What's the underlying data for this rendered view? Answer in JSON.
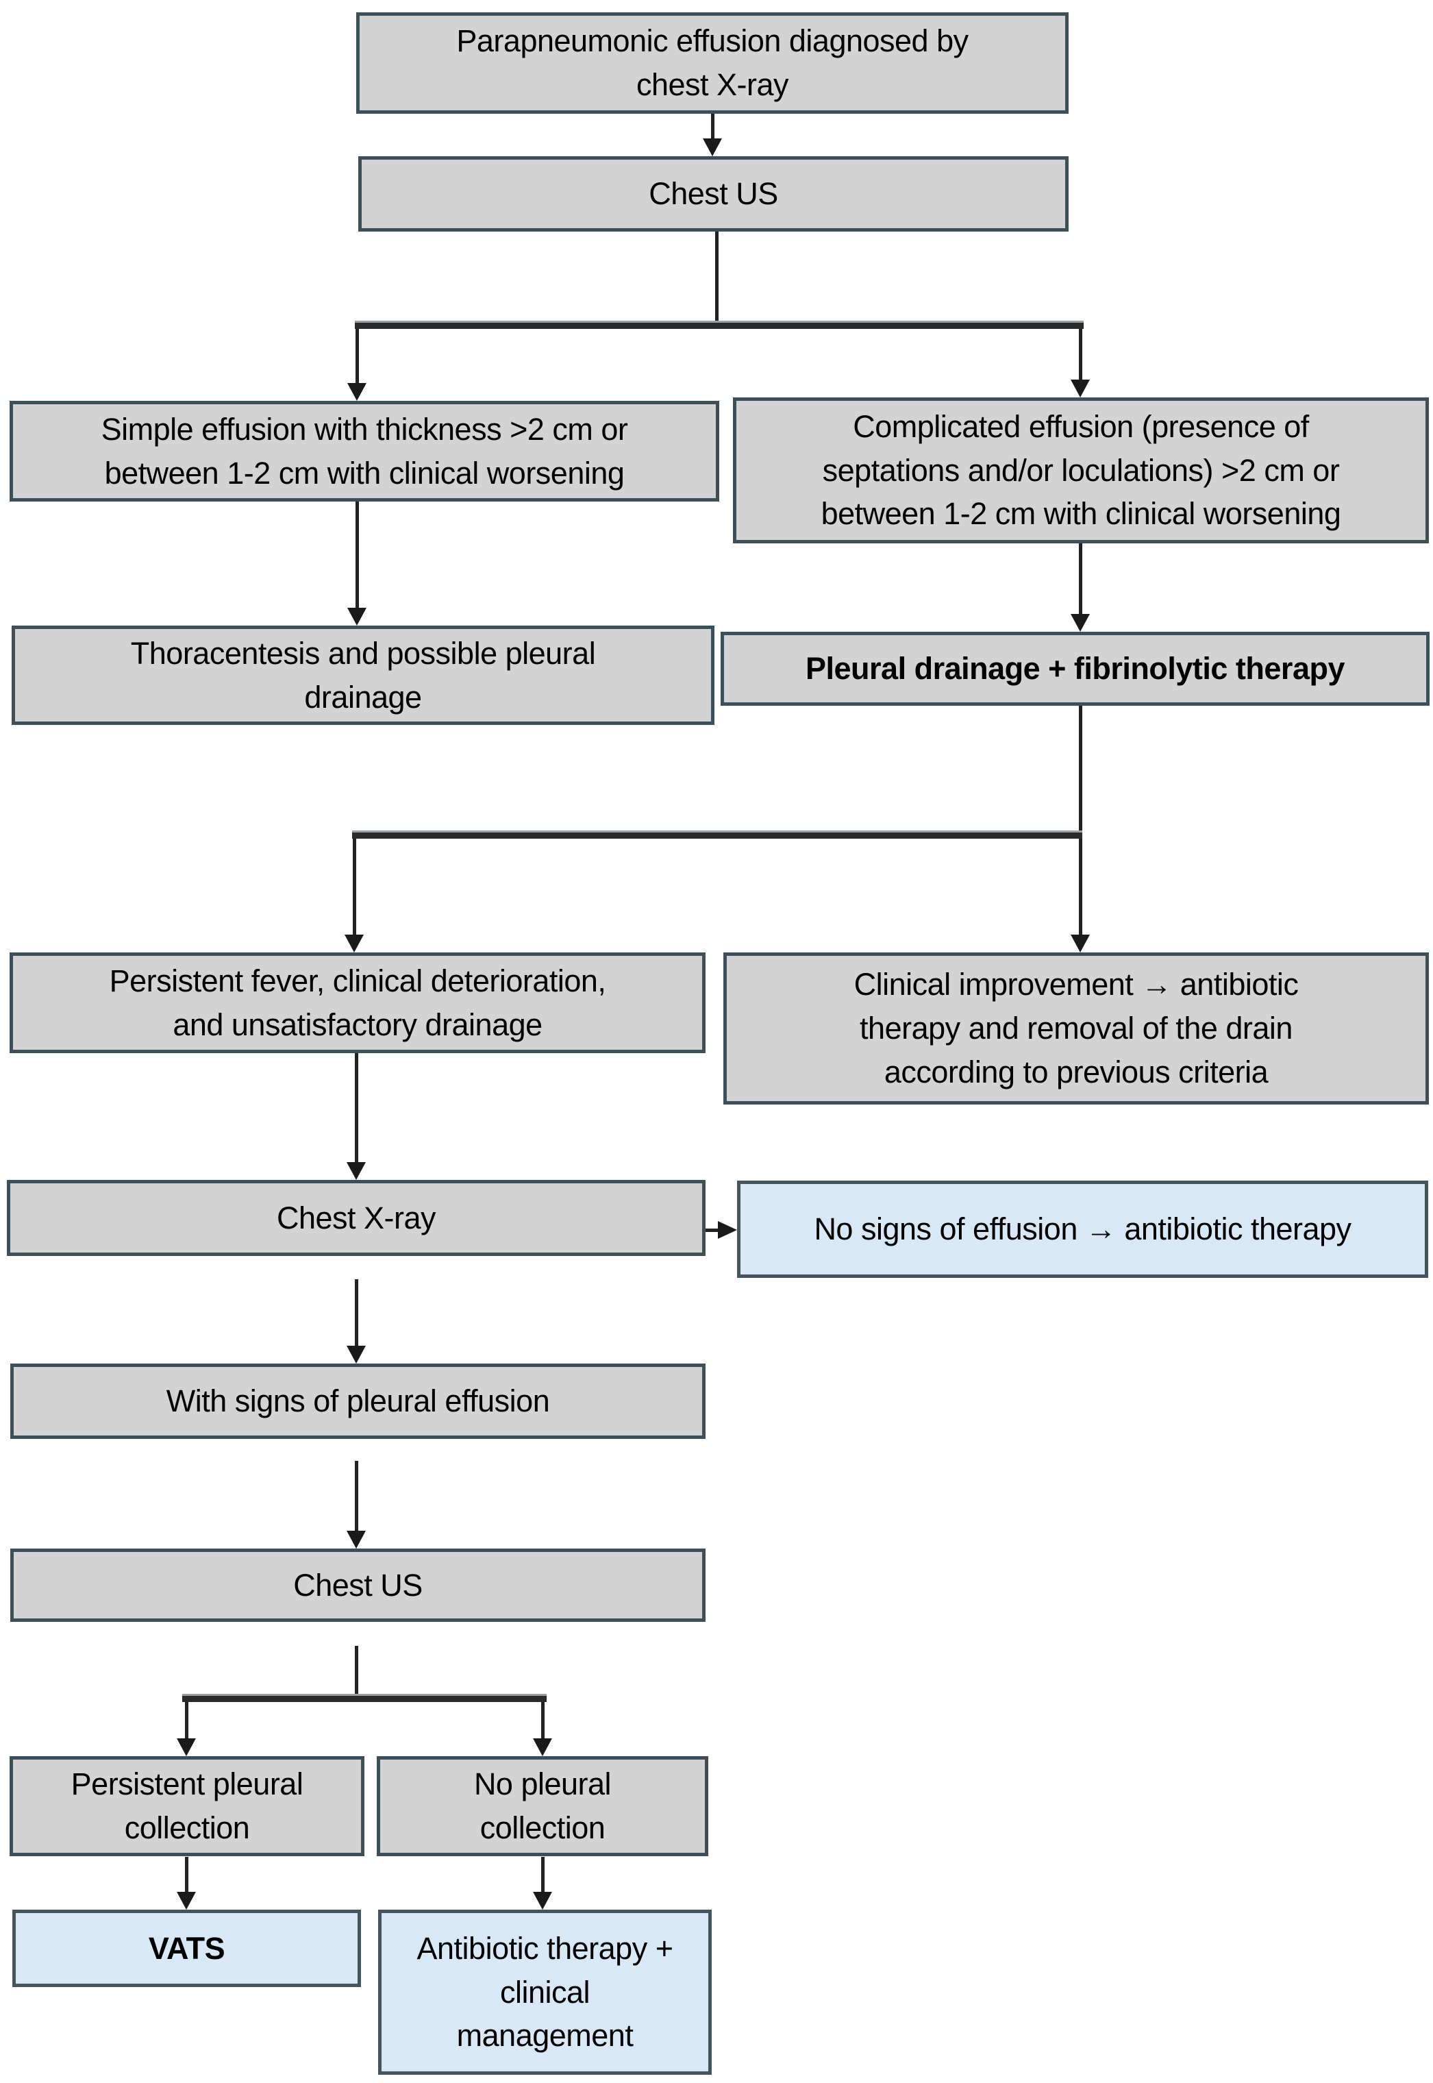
{
  "diagram": {
    "type": "flowchart",
    "colors": {
      "node_fill_gray": "#d3d3d3",
      "node_fill_blue": "#d9e8f6",
      "node_border": "#3d4f59",
      "connector": "#222222"
    },
    "nodes": {
      "parapneumonic": {
        "label": "Parapneumonic effusion diagnosed by\nchest X-ray"
      },
      "chest_us_1": {
        "label": "Chest US"
      },
      "simple_effusion": {
        "label": "Simple effusion with thickness >2 cm or\nbetween 1-2 cm with clinical worsening"
      },
      "complicated_effusion": {
        "label": "Complicated effusion (presence of\nseptations and/or loculations) >2 cm or\nbetween 1-2 cm with clinical worsening"
      },
      "thoracentesis": {
        "label": "Thoracentesis and possible pleural\ndrainage"
      },
      "pleural_drainage": {
        "label": "Pleural drainage + fibrinolytic therapy"
      },
      "persistent_fever": {
        "label": "Persistent fever, clinical deterioration,\nand unsatisfactory drainage"
      },
      "clinical_improvement": {
        "label": "Clinical improvement → antibiotic\ntherapy and removal of the drain\naccording to previous criteria"
      },
      "chest_xray": {
        "label": "Chest X-ray"
      },
      "no_signs_effusion": {
        "label": "No signs of effusion → antibiotic therapy"
      },
      "with_signs": {
        "label": "With signs of pleural effusion"
      },
      "chest_us_2": {
        "label": "Chest US"
      },
      "persistent_collection": {
        "label": "Persistent pleural\ncollection"
      },
      "no_collection": {
        "label": "No pleural\ncollection"
      },
      "vats": {
        "label": "VATS"
      },
      "antibiotic_management": {
        "label": "Antibiotic therapy +\nclinical\nmanagement"
      }
    },
    "edges": [
      {
        "from": "parapneumonic",
        "to": "chest_us_1"
      },
      {
        "from": "chest_us_1",
        "to": "simple_effusion"
      },
      {
        "from": "chest_us_1",
        "to": "complicated_effusion"
      },
      {
        "from": "simple_effusion",
        "to": "thoracentesis"
      },
      {
        "from": "complicated_effusion",
        "to": "pleural_drainage"
      },
      {
        "from": "pleural_drainage",
        "to": "persistent_fever"
      },
      {
        "from": "pleural_drainage",
        "to": "clinical_improvement"
      },
      {
        "from": "persistent_fever",
        "to": "chest_xray"
      },
      {
        "from": "chest_xray",
        "to": "no_signs_effusion"
      },
      {
        "from": "chest_xray",
        "to": "with_signs"
      },
      {
        "from": "with_signs",
        "to": "chest_us_2"
      },
      {
        "from": "chest_us_2",
        "to": "persistent_collection"
      },
      {
        "from": "chest_us_2",
        "to": "no_collection"
      },
      {
        "from": "persistent_collection",
        "to": "vats"
      },
      {
        "from": "no_collection",
        "to": "antibiotic_management"
      }
    ]
  }
}
